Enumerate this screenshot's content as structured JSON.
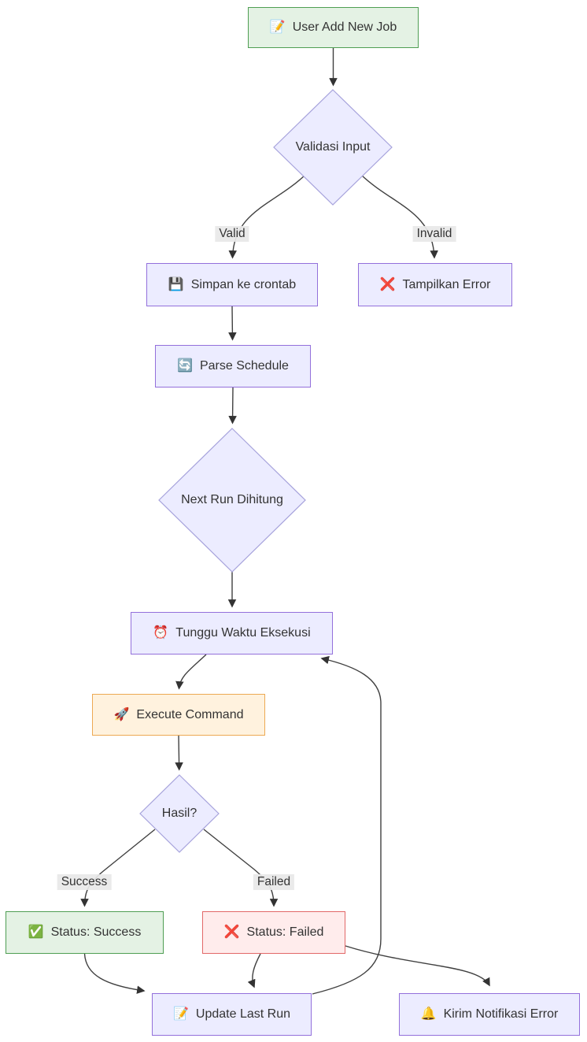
{
  "diagram": {
    "type": "flowchart",
    "direction": "top-down",
    "nodes": {
      "user_add_new_job": {
        "icon": "📝",
        "label": "User Add New Job",
        "shape": "rect",
        "variant": "green"
      },
      "validasi_input": {
        "icon": "",
        "label": "Validasi Input",
        "shape": "diamond",
        "variant": "lavender"
      },
      "simpan_ke_crontab": {
        "icon": "💾",
        "label": "Simpan ke crontab",
        "shape": "rect",
        "variant": "lavender"
      },
      "tampilkan_error": {
        "icon": "❌",
        "label": "Tampilkan Error",
        "shape": "rect",
        "variant": "lavender"
      },
      "parse_schedule": {
        "icon": "🔄",
        "label": "Parse Schedule",
        "shape": "rect",
        "variant": "lavender"
      },
      "next_run_dihitung": {
        "icon": "",
        "label": "Next Run Dihitung",
        "shape": "diamond",
        "variant": "lavender"
      },
      "tunggu_waktu_eksekusi": {
        "icon": "⏰",
        "label": "Tunggu Waktu Eksekusi",
        "shape": "rect",
        "variant": "lavender"
      },
      "execute_command": {
        "icon": "🚀",
        "label": "Execute Command",
        "shape": "rect",
        "variant": "orange"
      },
      "hasil": {
        "icon": "",
        "label": "Hasil?",
        "shape": "diamond",
        "variant": "lavender"
      },
      "status_success": {
        "icon": "✅",
        "label": "Status: Success",
        "shape": "rect",
        "variant": "green"
      },
      "status_failed": {
        "icon": "❌",
        "label": "Status: Failed",
        "shape": "rect",
        "variant": "red"
      },
      "update_last_run": {
        "icon": "📝",
        "label": "Update Last Run",
        "shape": "rect",
        "variant": "lavender"
      },
      "kirim_notifikasi_error": {
        "icon": "🔔",
        "label": "Kirim Notifikasi Error",
        "shape": "rect",
        "variant": "lavender"
      }
    },
    "edge_labels": {
      "valid": "Valid",
      "invalid": "Invalid",
      "success": "Success",
      "failed": "Failed"
    },
    "edges": [
      {
        "from": "User Add New Job",
        "to": "Validasi Input",
        "label": ""
      },
      {
        "from": "Validasi Input",
        "to": "Simpan ke crontab",
        "label": "Valid"
      },
      {
        "from": "Validasi Input",
        "to": "Tampilkan Error",
        "label": "Invalid"
      },
      {
        "from": "Simpan ke crontab",
        "to": "Parse Schedule",
        "label": ""
      },
      {
        "from": "Parse Schedule",
        "to": "Next Run Dihitung",
        "label": ""
      },
      {
        "from": "Next Run Dihitung",
        "to": "Tunggu Waktu Eksekusi",
        "label": ""
      },
      {
        "from": "Tunggu Waktu Eksekusi",
        "to": "Execute Command",
        "label": ""
      },
      {
        "from": "Execute Command",
        "to": "Hasil?",
        "label": ""
      },
      {
        "from": "Hasil?",
        "to": "Status: Success",
        "label": "Success"
      },
      {
        "from": "Hasil?",
        "to": "Status: Failed",
        "label": "Failed"
      },
      {
        "from": "Status: Success",
        "to": "Update Last Run",
        "label": ""
      },
      {
        "from": "Status: Failed",
        "to": "Update Last Run",
        "label": ""
      },
      {
        "from": "Status: Failed",
        "to": "Kirim Notifikasi Error",
        "label": ""
      },
      {
        "from": "Update Last Run",
        "to": "Tunggu Waktu Eksekusi",
        "label": ""
      }
    ],
    "colors": {
      "lavender_fill": "#ececff",
      "lavender_border": "#9370db",
      "green_fill": "#e4f2e4",
      "green_border": "#4f9e53",
      "orange_fill": "#fff2de",
      "orange_border": "#eda953",
      "red_fill": "#ffecec",
      "red_border": "#e26868",
      "edge_stroke": "#404040",
      "edge_label_bg": "#e8e8e8",
      "text": "#333333",
      "background": "#ffffff"
    }
  }
}
